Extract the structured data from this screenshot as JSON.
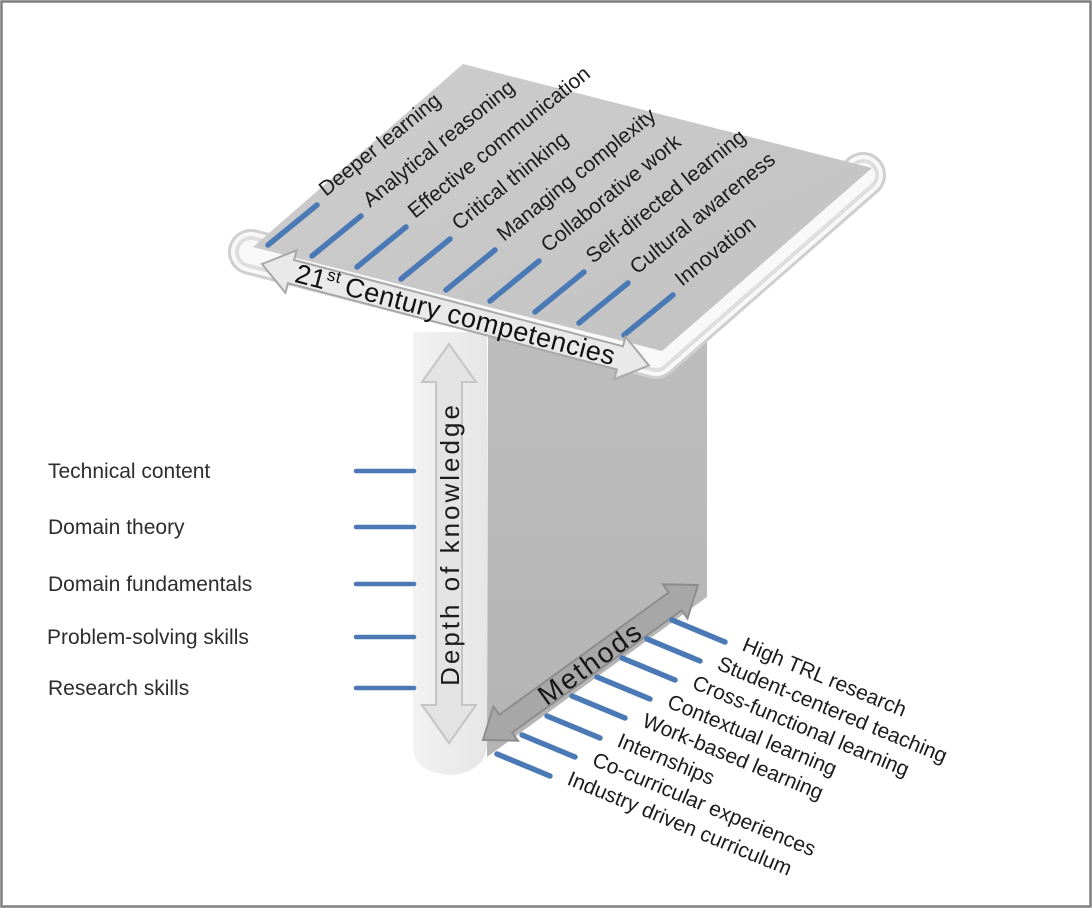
{
  "d": {
    "top": {
      "axis_num": "21",
      "axis_sup": "st",
      "axis_rest": "Century competencies",
      "items": [
        "Deeper learning",
        "Analytical reasoning",
        "Effective communication",
        "Critical thinking",
        "Managing complexity",
        "Collaborative work",
        "Self-directed learning",
        "Cultural awareness",
        "Innovation"
      ]
    },
    "left": {
      "axis": "Depth of knowledge",
      "items": [
        "Technical content",
        "Domain theory",
        "Domain fundamentals",
        "Problem-solving skills",
        "Research skills"
      ]
    },
    "methods": {
      "axis": "Methods",
      "items": [
        "High TRL research",
        "Student-centered teaching",
        "Cross-functional learning",
        "Contextual learning",
        "Work-based learning",
        "Internships",
        "Co-curricular experiences",
        "Industry driven curriculum"
      ]
    },
    "colors": {
      "tick_blue": "#4a79b5",
      "slab_gray": "#c6c6c6",
      "pillar_gray": "#b9b9b9"
    }
  }
}
